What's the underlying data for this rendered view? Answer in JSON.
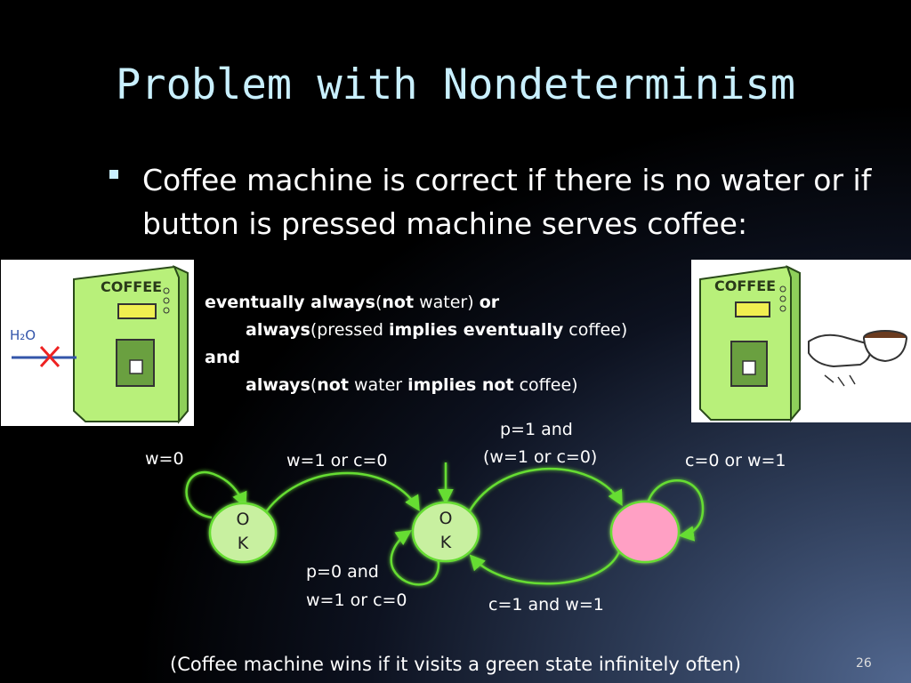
{
  "title": "Problem with Nondeterminism",
  "bullet": "Coffee machine is correct if there is no water or if button is pressed machine serves coffee:",
  "formula": {
    "l1": [
      "eventually always",
      "(",
      "not",
      " water) ",
      "or"
    ],
    "l2": [
      "always",
      "(pressed ",
      "implies eventually",
      " coffee)"
    ],
    "l3": "and",
    "l4": [
      "always",
      "(",
      "not",
      " water ",
      "implies not",
      " coffee)"
    ]
  },
  "left_image": {
    "coffee_label": "COFFEE",
    "water_label": "H₂O"
  },
  "right_image": {
    "coffee_label": "COFFEE"
  },
  "diagram": {
    "states": [
      {
        "name": "state-ok-left",
        "label": [
          "O",
          "K"
        ],
        "color": "#c8f0a0"
      },
      {
        "name": "state-ok-middle",
        "label": [
          "O",
          "K"
        ],
        "color": "#c8f0a0"
      },
      {
        "name": "state-bad",
        "label": [
          "",
          ""
        ],
        "color": "#ffa0c4"
      }
    ],
    "edges": {
      "w0": "w=0",
      "w1c0": "w=1 or c=0",
      "p1_a": "p=1 and",
      "p1_b": "(w=1 or c=0)",
      "c0w1": "c=0 or w=1",
      "p0_a": "p=0 and",
      "p0_b": "w=1 or c=0",
      "c1w1": "c=1 and w=1"
    },
    "arrow_color": "#66dd33"
  },
  "footer": "(Coffee machine wins if it visits a green state infinitely often)",
  "page_number": "26"
}
